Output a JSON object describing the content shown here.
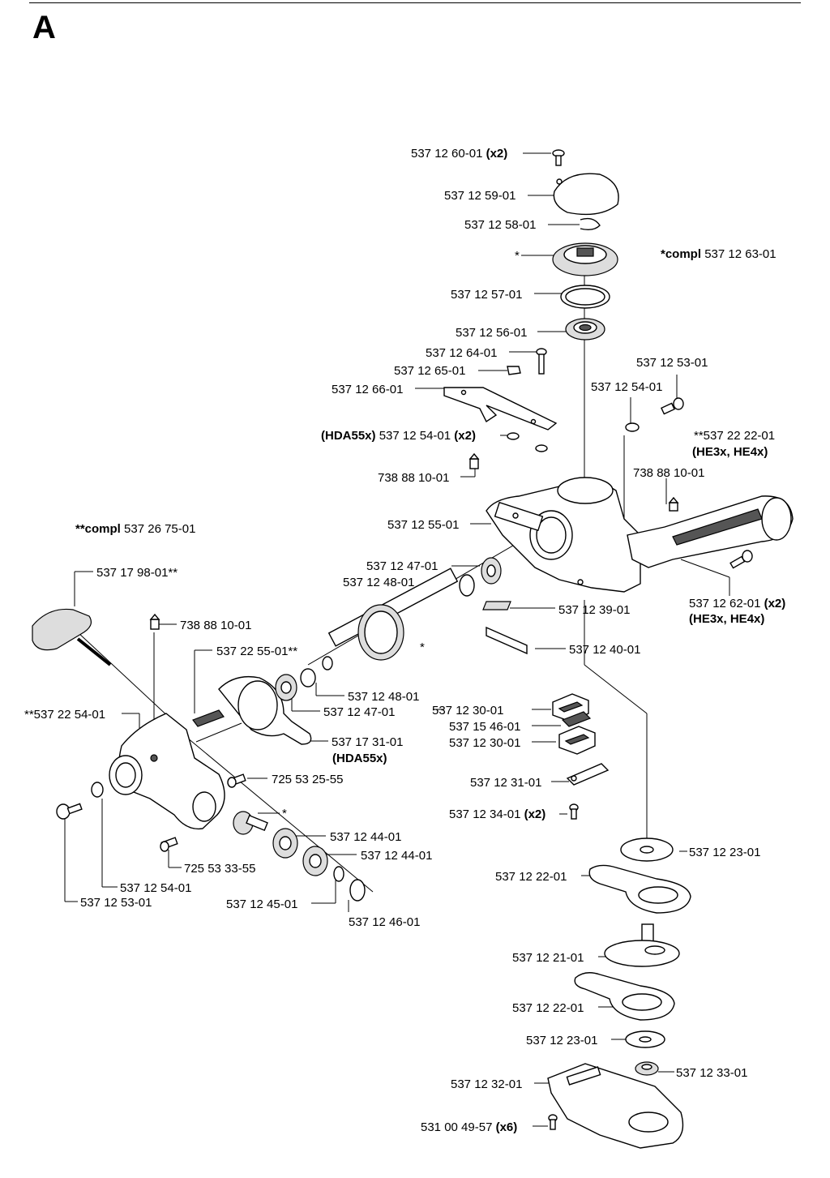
{
  "section_letter": "A",
  "labels": {
    "l01_num": "537 12 60-01",
    "l01_qty": "(x2)",
    "l02": "537 12 59-01",
    "l03": "537 12 58-01",
    "l04": "*",
    "l05_pre": "*compl",
    "l05_num": "537 12 63-01",
    "l06": "537 12 57-01",
    "l07": "537 12 56-01",
    "l08": "537 12 64-01",
    "l09": "537 12 65-01",
    "l10": "537 12 66-01",
    "l11": "537 12 53-01",
    "l12": "537 12 54-01",
    "l13_pre": "(HDA55x)",
    "l13_num": "537 12 54-01",
    "l13_qty": "(x2)",
    "l14_num": "**537 22 22-01",
    "l14_models": "(HE3x, HE4x)",
    "l15": "738 88 10-01",
    "l16": "738 88 10-01",
    "l17": "537 12 55-01",
    "l18_pre": "**compl",
    "l18_num": "537 26 75-01",
    "l19": "537 12 47-01",
    "l20": "537 12 48-01",
    "l21": "537 17 98-01**",
    "l22_num": "537 12 62-01",
    "l22_qty": "(x2)",
    "l22_models": "(HE3x, HE4x)",
    "l23": "537 12 39-01",
    "l24": "738 88 10-01",
    "l25": "*",
    "l26": "537 12 40-01",
    "l27": "537 22 55-01**",
    "l28": "537 12 48-01",
    "l29": "**537 22 54-01",
    "l30": "537 12 47-01",
    "l31": "537 12 30-01",
    "l32": "537 15 46-01",
    "l33": "537 12 30-01",
    "l34_num": "537 17 31-01",
    "l34_models": "(HDA55x)",
    "l35": "725 53 25-55",
    "l36": "537 12 31-01",
    "l37_num": "537 12 34-01",
    "l37_qty": "(x2)",
    "l38": "*",
    "l39": "537 12 44-01",
    "l40": "537 12 44-01",
    "l41": "725 53 33-55",
    "l42": "537 12 23-01",
    "l43": "537 12 22-01",
    "l44": "537 12 54-01",
    "l45": "537 12 53-01",
    "l46": "537 12 45-01",
    "l47": "537 12 46-01",
    "l48": "537 12 21-01",
    "l49": "537 12 22-01",
    "l50": "537 12 23-01",
    "l51": "537 12 33-01",
    "l52": "537 12 32-01",
    "l53_num": "531 00 49-57",
    "l53_qty": "(x6)"
  }
}
